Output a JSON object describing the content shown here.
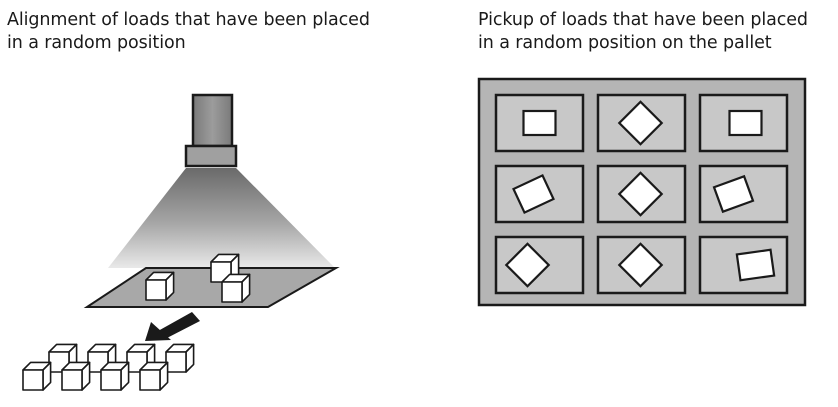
{
  "left_panel": {
    "caption_line1": "Alignment of loads that have been placed",
    "caption_line2": "in a random position"
  },
  "right_panel": {
    "caption_line1": "Pickup of loads that have been placed",
    "caption_line2": "in a random position on the pallet"
  },
  "icons": {
    "camera": "camera-icon",
    "arrow": "arrow-down-left-icon",
    "cube": "cube-icon"
  },
  "colors": {
    "outline": "#1a1a1a",
    "cell_fill": "#c8c8c8",
    "pallet_fill": "#b5b5b5",
    "camera_fill": "#8c8c8c",
    "platform_fill": "#a8a8a8"
  }
}
